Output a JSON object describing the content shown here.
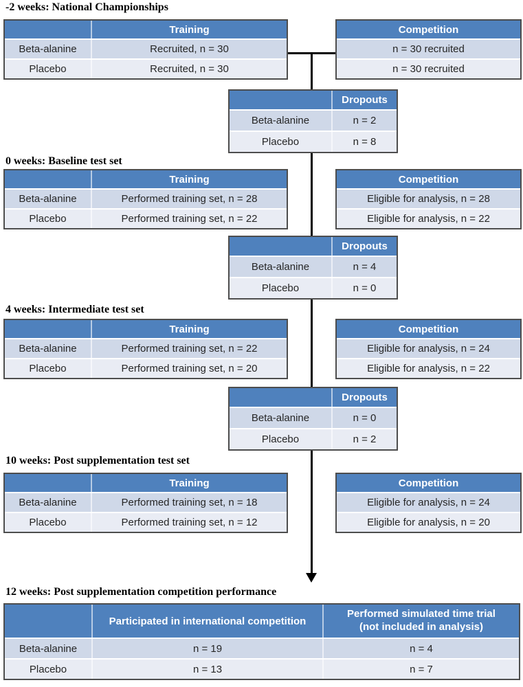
{
  "palette": {
    "header_blue": "#4f81bd",
    "row_dark": "#cfd8e8",
    "row_light": "#e9ecf4",
    "border_gray": "#4d4d4d",
    "connector_black": "#000000"
  },
  "sections": [
    {
      "heading": "-2 weeks: National Championships",
      "training": {
        "header": "Training",
        "rows": [
          [
            "Beta-alanine",
            "Recruited, n = 30"
          ],
          [
            "Placebo",
            "Recruited, n = 30"
          ]
        ]
      },
      "competition": {
        "header": "Competition",
        "rows": [
          "n = 30 recruited",
          "n = 30 recruited"
        ]
      },
      "dropouts": {
        "header": "Dropouts",
        "rows": [
          [
            "Beta-alanine",
            "n = 2"
          ],
          [
            "Placebo",
            "n = 8"
          ]
        ]
      }
    },
    {
      "heading": "0 weeks: Baseline test set",
      "training": {
        "header": "Training",
        "rows": [
          [
            "Beta-alanine",
            "Performed training set, n = 28"
          ],
          [
            "Placebo",
            "Performed training set, n = 22"
          ]
        ]
      },
      "competition": {
        "header": "Competition",
        "rows": [
          "Eligible for analysis, n = 28",
          "Eligible for analysis, n = 22"
        ]
      },
      "dropouts": {
        "header": "Dropouts",
        "rows": [
          [
            "Beta-alanine",
            "n = 4"
          ],
          [
            "Placebo",
            "n = 0"
          ]
        ]
      }
    },
    {
      "heading": "4 weeks: Intermediate test set",
      "training": {
        "header": "Training",
        "rows": [
          [
            "Beta-alanine",
            "Performed training set, n = 22"
          ],
          [
            "Placebo",
            "Performed training set, n = 20"
          ]
        ]
      },
      "competition": {
        "header": "Competition",
        "rows": [
          "Eligible for analysis, n = 24",
          "Eligible for analysis, n = 22"
        ]
      },
      "dropouts": {
        "header": "Dropouts",
        "rows": [
          [
            "Beta-alanine",
            "n = 0"
          ],
          [
            "Placebo",
            "n = 2"
          ]
        ]
      }
    },
    {
      "heading": "10 weeks: Post supplementation test set",
      "training": {
        "header": "Training",
        "rows": [
          [
            "Beta-alanine",
            "Performed training set, n = 18"
          ],
          [
            "Placebo",
            "Performed training set, n = 12"
          ]
        ]
      },
      "competition": {
        "header": "Competition",
        "rows": [
          "Eligible for analysis, n = 24",
          "Eligible for analysis, n = 20"
        ]
      }
    }
  ],
  "final": {
    "heading": "12 weeks: Post supplementation competition performance",
    "col2_header": "Participated in international competition",
    "col3_header_line1": "Performed simulated time trial",
    "col3_header_line2": "(not included in analysis)",
    "rows": [
      [
        "Beta-alanine",
        "n = 19",
        "n = 4"
      ],
      [
        "Placebo",
        "n = 13",
        "n = 7"
      ]
    ]
  }
}
